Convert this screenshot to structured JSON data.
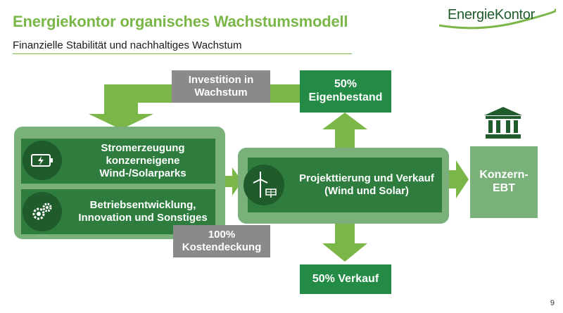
{
  "header": {
    "title": "Energiekontor organisches Wachstumsmodell",
    "subtitle": "Finanzielle Stabilität und nachhaltiges Wachstum",
    "logo_text": "EnergieKontor"
  },
  "diagram": {
    "invest_label": "Investition in Wachstum",
    "eigenbestand_label": "50% Eigenbestand",
    "stromerzeugung_label": "Stromerzeugung konzerneigene Wind-/Solarparks",
    "betrieb_label": "Betriebsentwicklung, Innovation und Sonstiges",
    "kostendeckung_label": "100% Kostendeckung",
    "projekt_label": "Projekttierung und Verkauf (Wind und Solar)",
    "verkauf_label": "50% Verkauf",
    "ebt_label": "Konzern-EBT"
  },
  "footer": {
    "page_number": "9"
  },
  "colors": {
    "accent_green": "#7ab648",
    "dark_green": "#1f5b2b",
    "box_green": "#238b45",
    "frame_green": "#7ab07a",
    "gray": "#8a8a8a"
  },
  "icons": [
    "battery-charging-icon",
    "gears-icon",
    "wind-solar-icon",
    "bank-building-icon"
  ]
}
